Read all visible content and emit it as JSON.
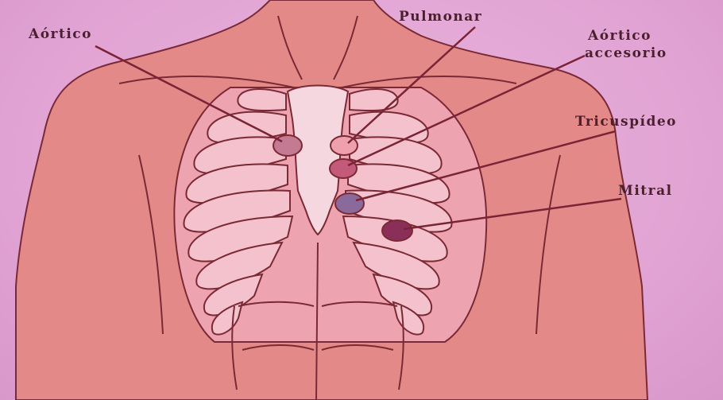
{
  "labels": {
    "aortico": "Aórtico",
    "pulmonar": "Pulmonar",
    "aortico_accesorio_line1": "Aórtico",
    "aortico_accesorio_line2": "accesorio",
    "tricuspideo": "Tricuspídeo",
    "mitral": "Mitral"
  },
  "colors": {
    "background": "#e4a6d4",
    "skin": "#e48a86",
    "outline": "#7a2a35",
    "rib_fill": "#f0bcc8",
    "label_text": "#4a1f2e",
    "leader_line": "#7a2435",
    "focus_aortico": "#c47a92",
    "focus_pulmonar": "#e89aa8",
    "focus_aortico_accesorio": "#c45a7a",
    "focus_tricuspideo": "#8a6a9a",
    "focus_mitral": "#8a3058"
  }
}
